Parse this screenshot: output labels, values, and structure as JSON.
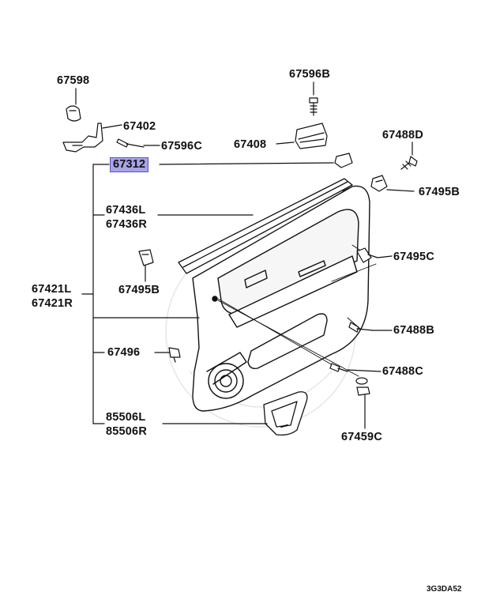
{
  "parts": {
    "p67598": "67598",
    "p67402": "67402",
    "p67596C": "67596C",
    "p67596B": "67596B",
    "p67408": "67408",
    "p67488D": "67488D",
    "p67312": "67312",
    "p67495B_right": "67495B",
    "p67436L": "67436L",
    "p67436R": "67436R",
    "p67495C": "67495C",
    "p67421L": "67421L",
    "p67421R": "67421R",
    "p67495B_left": "67495B",
    "p67488B": "67488B",
    "p67496": "67496",
    "p67488C": "67488C",
    "p85506L": "85506L",
    "p85506R": "85506R",
    "p67459C": "67459C"
  },
  "diagram_code": "3G3DA52",
  "highlight_color": "#a8a4e6"
}
